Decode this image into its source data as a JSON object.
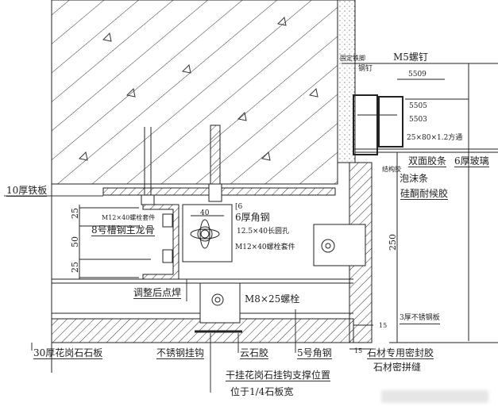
{
  "labels": {
    "fixing_foot": "固定铁脚",
    "steel_nail": "钢钉",
    "m5_screw": "M5螺钉",
    "p5509": "5509",
    "p5505": "5505",
    "p5503": "5503",
    "square_tube": "25×80×1.2方通",
    "structural_glue": "结构胶",
    "double_tape": "双面胶条",
    "glass": "6厚玻璃",
    "foam_strip": "泡沫条",
    "silicone": "硅酮耐候胶",
    "iron_plate": "10厚铁板",
    "bolt_kit_left": "M12×40螺栓套件",
    "channel": "8号槽钢主龙骨",
    "angle_6": "6厚角钢",
    "slot_hole": "12.5×40长圆孔",
    "bolt_kit_right": "M12×40螺栓套件",
    "dim_40": "40",
    "weld": "调整后点焊",
    "m8_bolt": "M8×25螺栓",
    "granite": "30厚花岗石石板",
    "hook": "不锈钢挂钩",
    "marble_glue": "云石胶",
    "angle_5": "5号角钢",
    "hook_position_1": "干挂花岗石挂钩支撑位置",
    "hook_position_2": "位于1/4石板宽",
    "stainless_plate": "3厚不锈钢板",
    "sealant": "石材专用密封胶",
    "stone_joint": "石材密拼缝",
    "dim_25a": "25",
    "dim_50": "50",
    "dim_25b": "25",
    "dim_250": "250",
    "dim_15a": "15",
    "dim_15b": "15",
    "tag_6": "[6"
  }
}
